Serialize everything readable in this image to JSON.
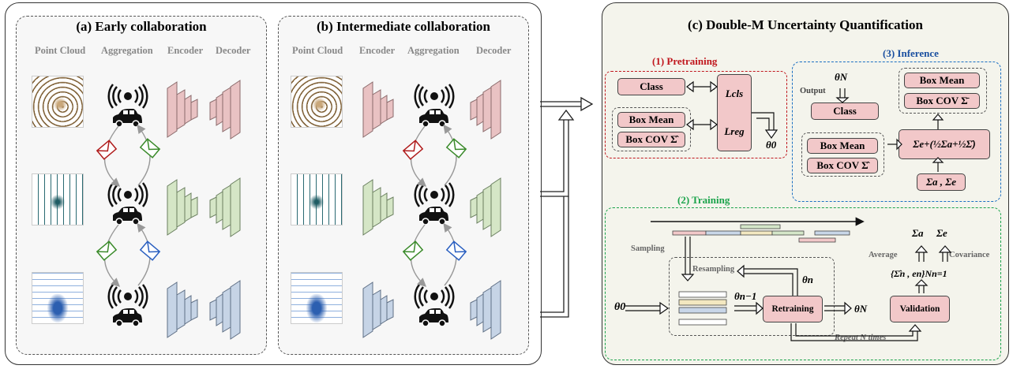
{
  "panel_a": {
    "title": "(a) Early collaboration",
    "headers": [
      "Point Cloud",
      "Aggregation",
      "Encoder",
      "Decoder"
    ]
  },
  "panel_b": {
    "title": "(b) Intermediate collaboration",
    "headers": [
      "Point Cloud",
      "Encoder",
      "Aggregation",
      "Decoder"
    ]
  },
  "panel_c": {
    "title": "(c) Double-M Uncertainty Quantification",
    "pretraining": {
      "title": "(1) Pretraining",
      "class_box": "Class",
      "box_mean": "Box Mean",
      "box_cov": "Box COV Σ̂",
      "loss_cls": "Lcls",
      "loss_reg": "Lreg",
      "theta0": "θ0"
    },
    "inference": {
      "title": "(3) Inference",
      "theta_n": "θN",
      "output": "Output",
      "class_box": "Class",
      "box_mean_top": "Box Mean",
      "box_cov_top": "Box COV Σ̄",
      "box_mean": "Box Mean",
      "box_cov": "Box COV Σ̂",
      "formula": "Σe+(½Σa+½Σ̂)",
      "sigma_box": "Σa , Σe"
    },
    "training": {
      "title": "(2) Training",
      "sampling": "Sampling",
      "resampling": "Resampling",
      "theta0": "θ0",
      "theta_n_minus_1": "θn−1",
      "theta_n": "θn",
      "theta_N": "θN",
      "retraining": "Retraining",
      "validation": "Validation",
      "repeat": "Repeat N times",
      "sigma_a": "Σa",
      "sigma_e": "Σe",
      "average": "Average",
      "covariance": "Covariance",
      "set_expr": "{Σ̂n , en}Nn=1"
    }
  },
  "colors": {
    "red": "#f2c8c9",
    "green": "#d4e6c8",
    "blue": "#c8d6e8",
    "pretrain_border": "#c0161d",
    "inference_border": "#1a6fc2",
    "training_border": "#1aa34a"
  }
}
